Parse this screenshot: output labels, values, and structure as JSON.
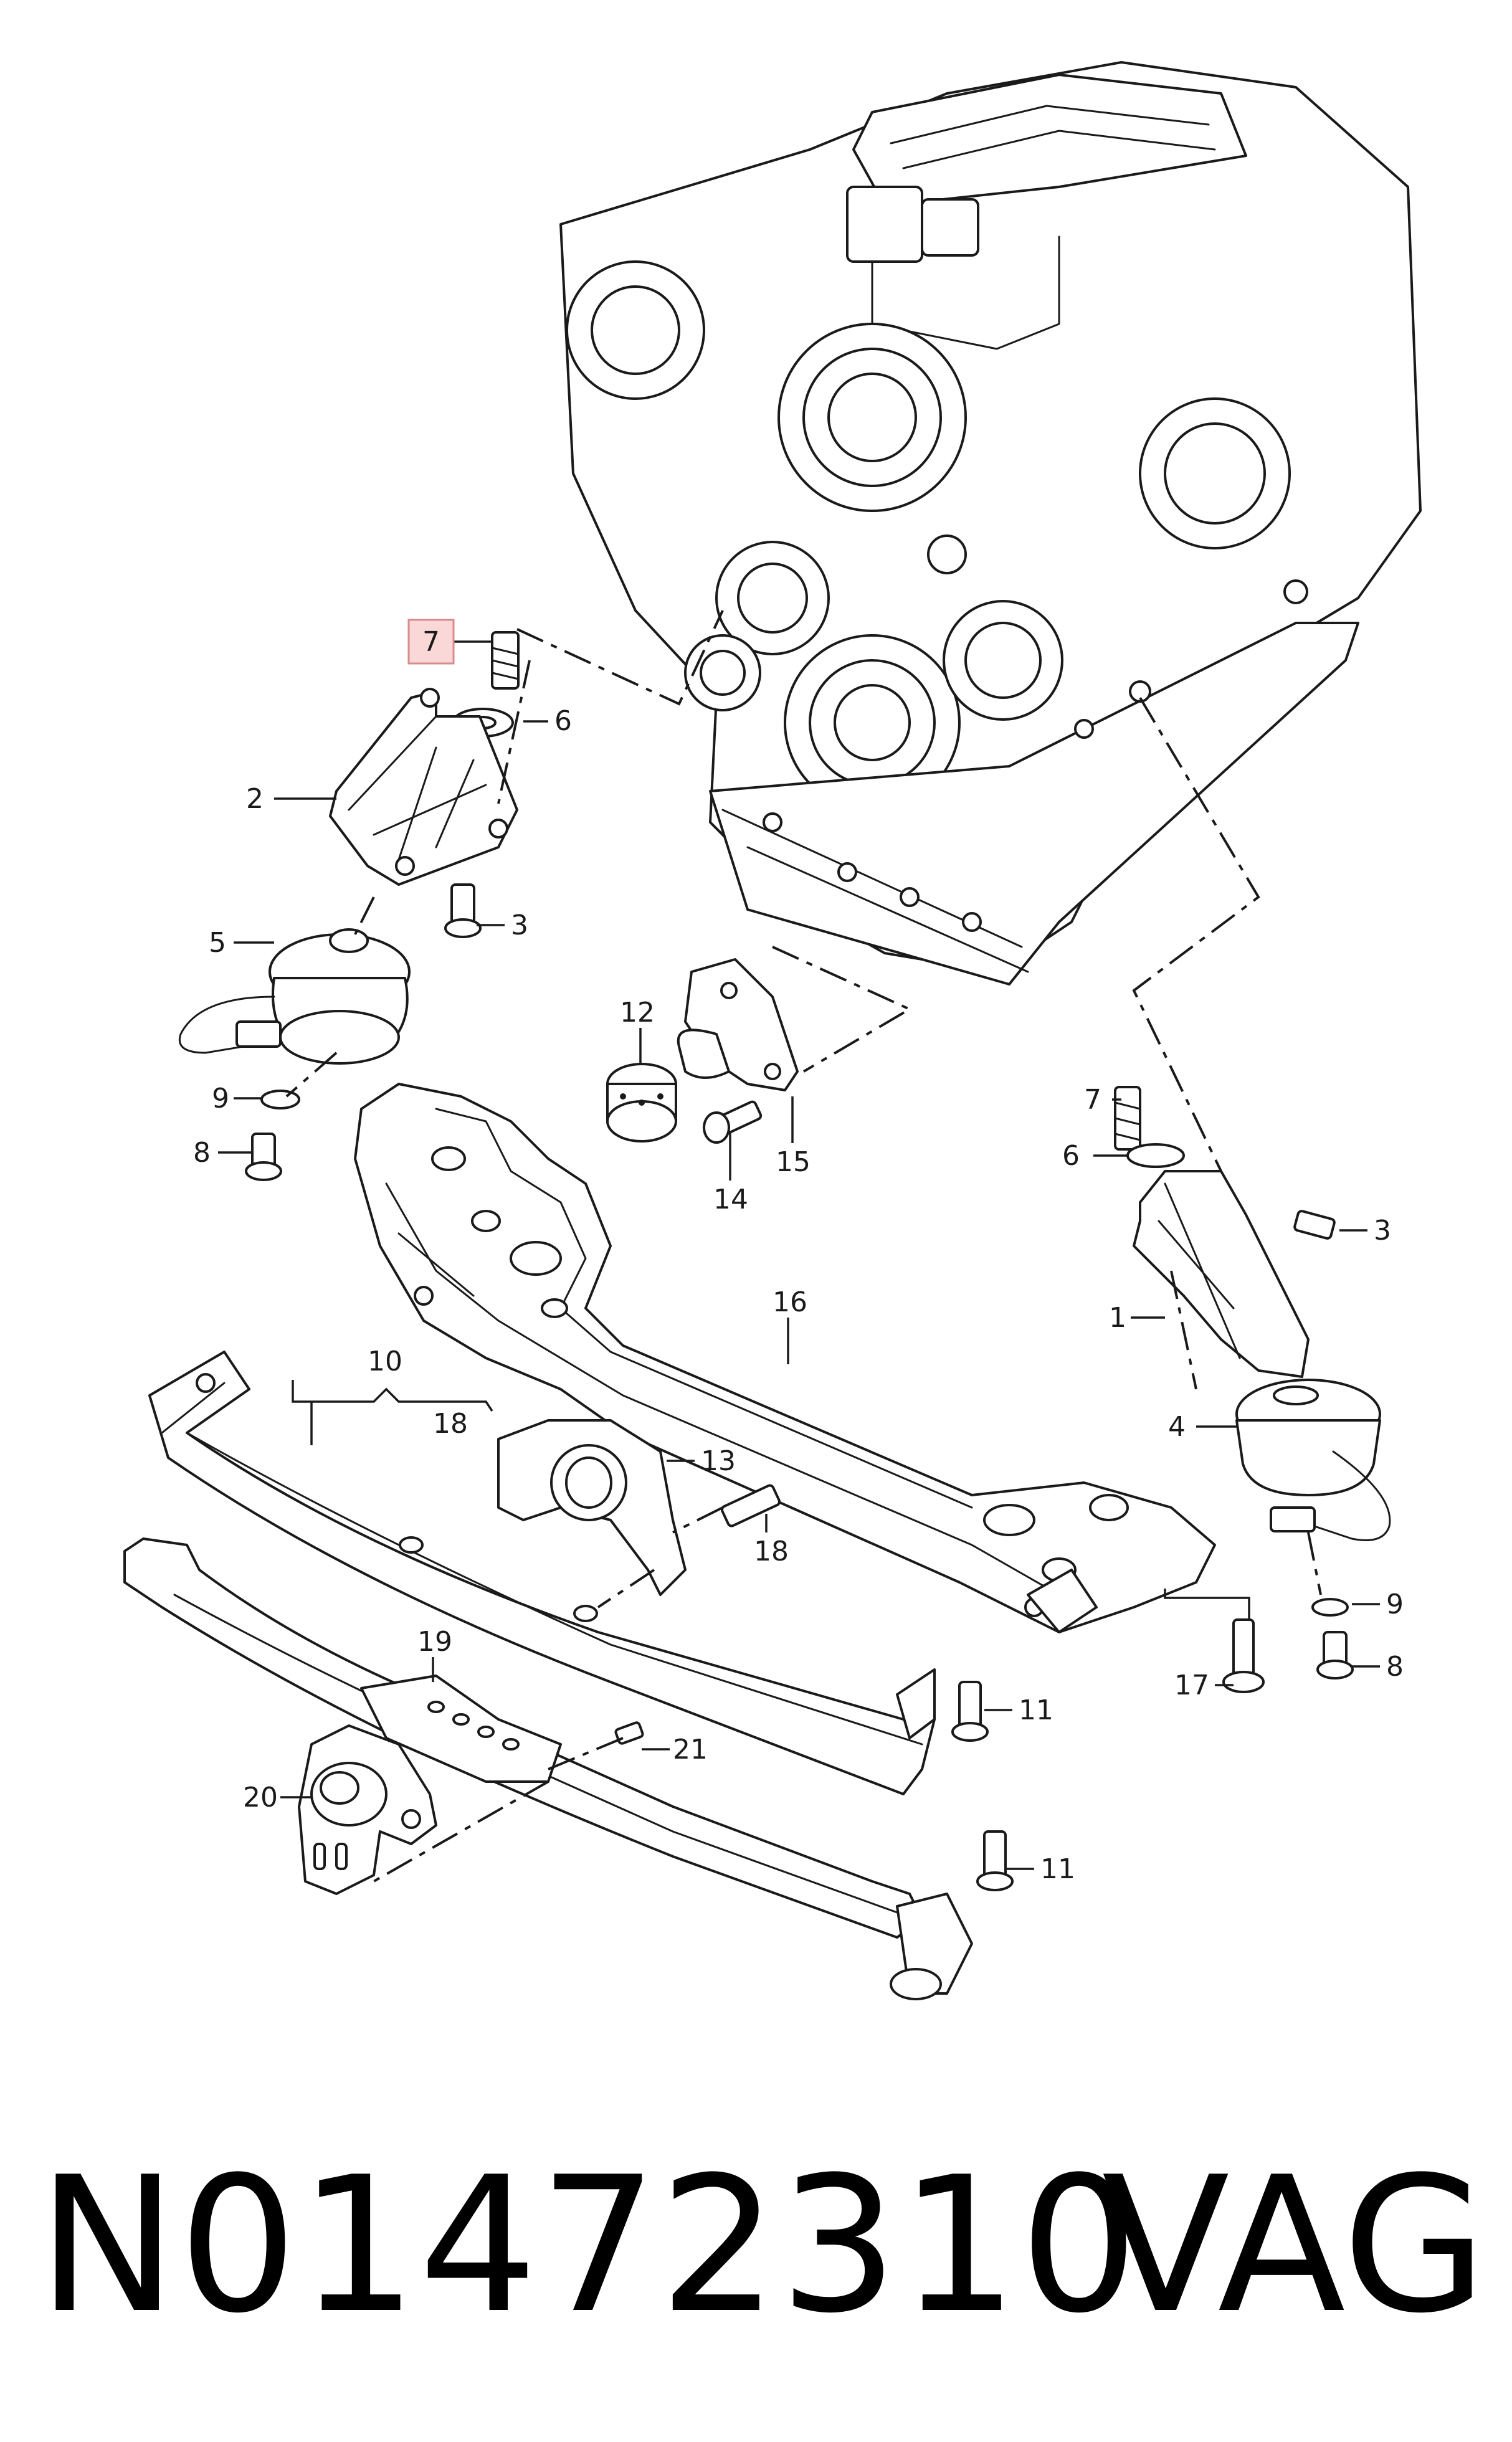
{
  "diagram": {
    "callouts": {
      "c7a": "7",
      "c6a": "6",
      "c2": "2",
      "c3a": "3",
      "c5": "5",
      "c9a": "9",
      "c8a": "8",
      "c12": "12",
      "c14": "14",
      "c15": "15",
      "c7b": "7",
      "c6b": "6",
      "c3b": "3",
      "c1": "1",
      "c16": "16",
      "c10": "10",
      "c18a": "18",
      "c13": "13",
      "c18b": "18",
      "c4": "4",
      "c9b": "9",
      "c8b": "8",
      "c17": "17",
      "c19": "19",
      "c11a": "11",
      "c21": "21",
      "c20": "20",
      "c11b": "11"
    },
    "highlighted_callout": "7",
    "highlight_color": "#fbd8d8"
  },
  "footer": {
    "part_number": "N01472310",
    "brand": "VAG"
  }
}
